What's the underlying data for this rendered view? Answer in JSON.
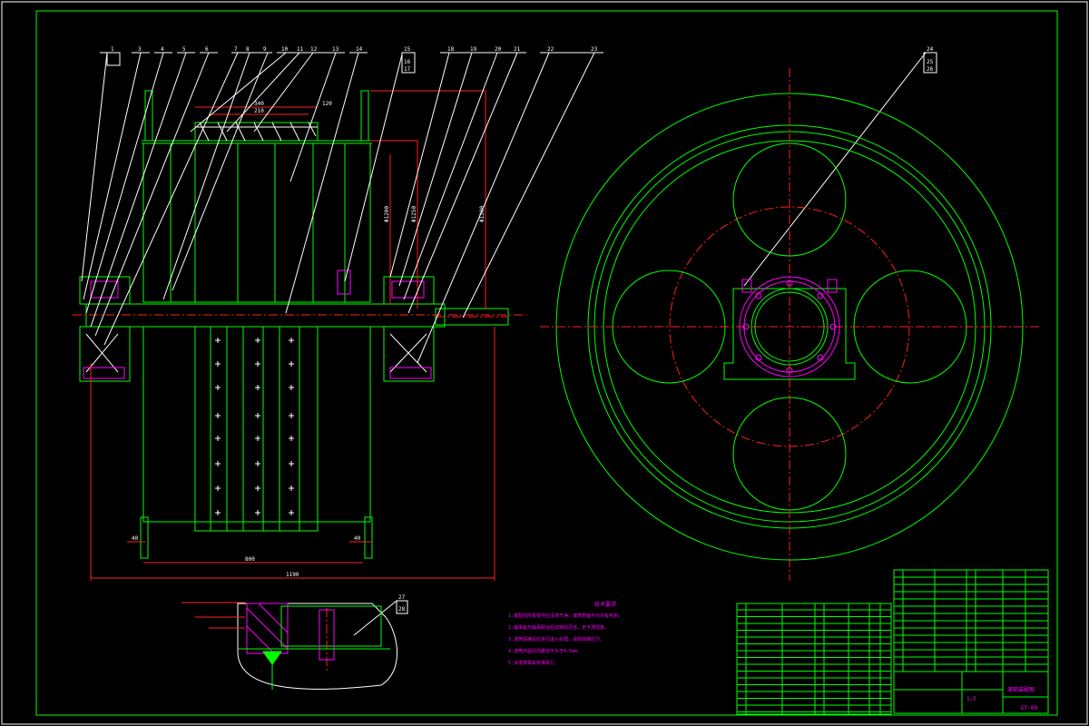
{
  "drawing": {
    "callouts_top": [
      "1",
      "3",
      "4",
      "5",
      "6",
      "7",
      "8",
      "9",
      "10",
      "11",
      "12",
      "13",
      "14",
      "15",
      "16",
      "17",
      "18",
      "19",
      "20",
      "21",
      "22",
      "23"
    ],
    "callouts_right": [
      "24",
      "25",
      "26"
    ],
    "callouts_detail": [
      "27",
      "28"
    ],
    "dims": {
      "top_a": "340",
      "top_b": "210",
      "top_c": "120",
      "bottom_width": "800",
      "overall_width": "1190",
      "left_small": "40",
      "right_small": "40",
      "v1": "Φ1200",
      "v2": "Φ1250",
      "v3": "Φ1300"
    },
    "notes_title": "技术要求",
    "notes": [
      "1.装配前所有零件应清洗干净，滚筒表面不允许有毛刺。",
      "2.轴承座与轴承配合后应转动灵活，无卡滞现象。",
      "3.滚筒焊接后应进行退火处理，消除焊接应力。",
      "4.滚筒外圆径向跳动不大于0.5mm。",
      "5.涂漆按相关标准执行。"
    ],
    "title_block": {
      "name": "滚筒装配图",
      "code": "GT-00",
      "scale": "1:5"
    }
  }
}
